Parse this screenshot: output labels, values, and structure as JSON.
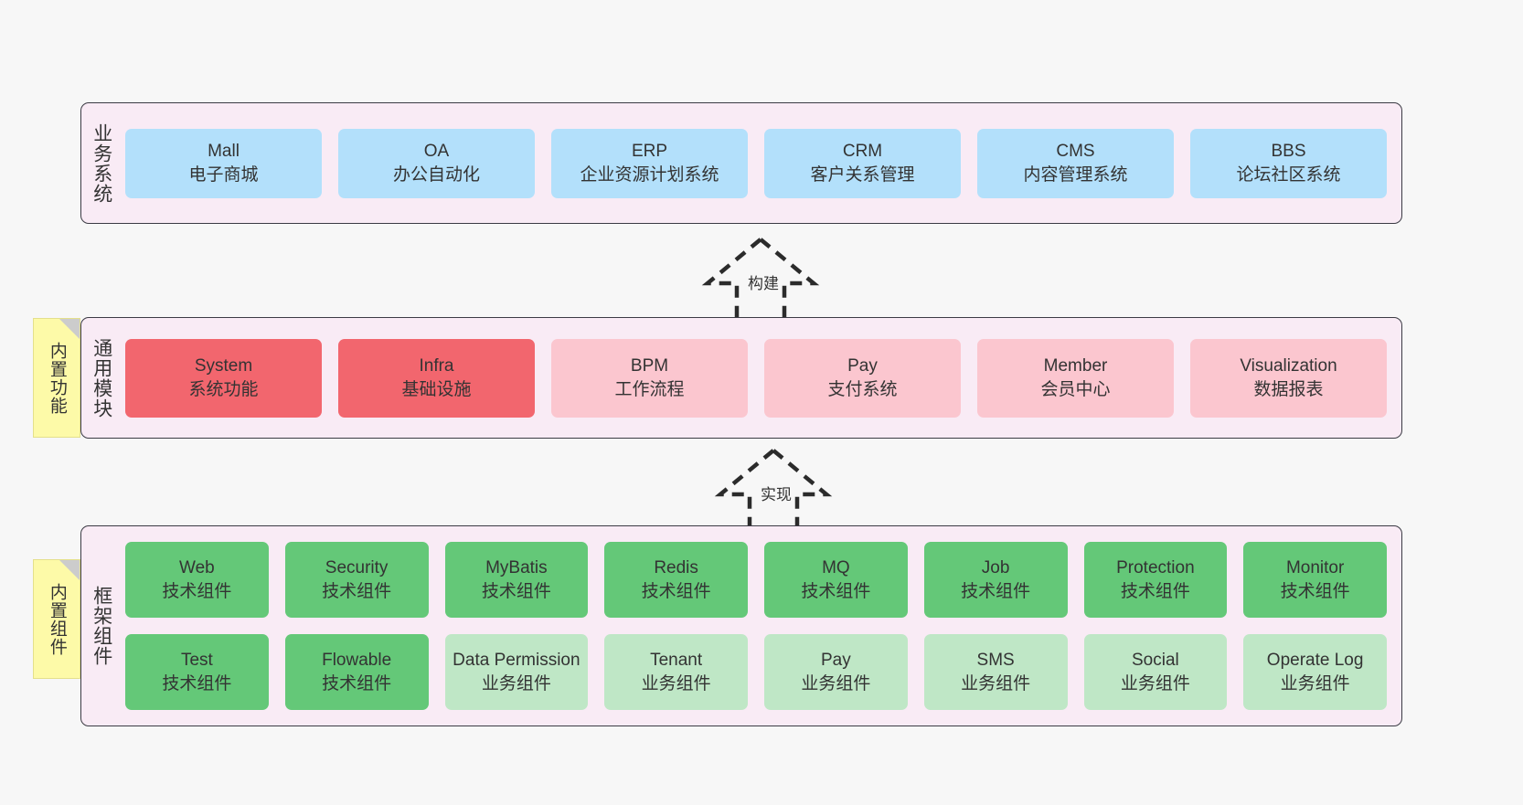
{
  "diagram": {
    "title": "",
    "background": "#f7f7f7",
    "panel_fill": "#f9ebf5",
    "panel_border": "#3b3b44"
  },
  "layers": [
    {
      "id": "business",
      "label": "业务系统",
      "accent": "#b3e0fb",
      "rows": [
        {
          "cells": [
            {
              "name": "Mall",
              "desc": "电子商城"
            },
            {
              "name": "OA",
              "desc": "办公自动化"
            },
            {
              "name": "ERP",
              "desc": "企业资源计划系统"
            },
            {
              "name": "CRM",
              "desc": "客户关系管理"
            },
            {
              "name": "CMS",
              "desc": "内容管理系统"
            },
            {
              "name": "BBS",
              "desc": "论坛社区系统"
            }
          ]
        }
      ]
    },
    {
      "id": "module",
      "label": "通用模块",
      "accent": "#f2666e",
      "accent_secondary": "#fbc6cf",
      "rows": [
        {
          "cells": [
            {
              "name": "System",
              "desc": "系统功能"
            },
            {
              "name": "Infra",
              "desc": "基础设施"
            },
            {
              "name": "BPM",
              "desc": "工作流程"
            },
            {
              "name": "Pay",
              "desc": "支付系统"
            },
            {
              "name": "Member",
              "desc": "会员中心"
            },
            {
              "name": "Visualization",
              "desc": "数据报表"
            }
          ]
        }
      ]
    },
    {
      "id": "framework",
      "label": "框架组件",
      "accent": "#64c878",
      "accent_secondary": "#bfe7c6",
      "rows": [
        {
          "cells": [
            {
              "name": "Web",
              "desc": "技术组件"
            },
            {
              "name": "Security",
              "desc": "技术组件"
            },
            {
              "name": "MyBatis",
              "desc": "技术组件"
            },
            {
              "name": "Redis",
              "desc": "技术组件"
            },
            {
              "name": "MQ",
              "desc": "技术组件"
            },
            {
              "name": "Job",
              "desc": "技术组件"
            },
            {
              "name": "Protection",
              "desc": "技术组件"
            },
            {
              "name": "Monitor",
              "desc": "技术组件"
            }
          ]
        },
        {
          "cells": [
            {
              "name": "Test",
              "desc": "技术组件"
            },
            {
              "name": "Flowable",
              "desc": "技术组件"
            },
            {
              "name": "Data Permission",
              "desc": "业务组件"
            },
            {
              "name": "Tenant",
              "desc": "业务组件"
            },
            {
              "name": "Pay",
              "desc": "业务组件"
            },
            {
              "name": "SMS",
              "desc": "业务组件"
            },
            {
              "name": "Social",
              "desc": "业务组件"
            },
            {
              "name": "Operate Log",
              "desc": "业务组件"
            }
          ]
        }
      ]
    }
  ],
  "notes": [
    {
      "id": "note-module",
      "label": "内置功能",
      "color": "#fdfaa8"
    },
    {
      "id": "note-framework",
      "label": "内置组件",
      "color": "#fdfaa8"
    }
  ],
  "connectors": [
    {
      "id": "connector-build",
      "label": "构建",
      "style": "dashed-generalization",
      "direction": "up"
    },
    {
      "id": "connector-impl",
      "label": "实现",
      "style": "dashed-generalization",
      "direction": "up"
    }
  ]
}
